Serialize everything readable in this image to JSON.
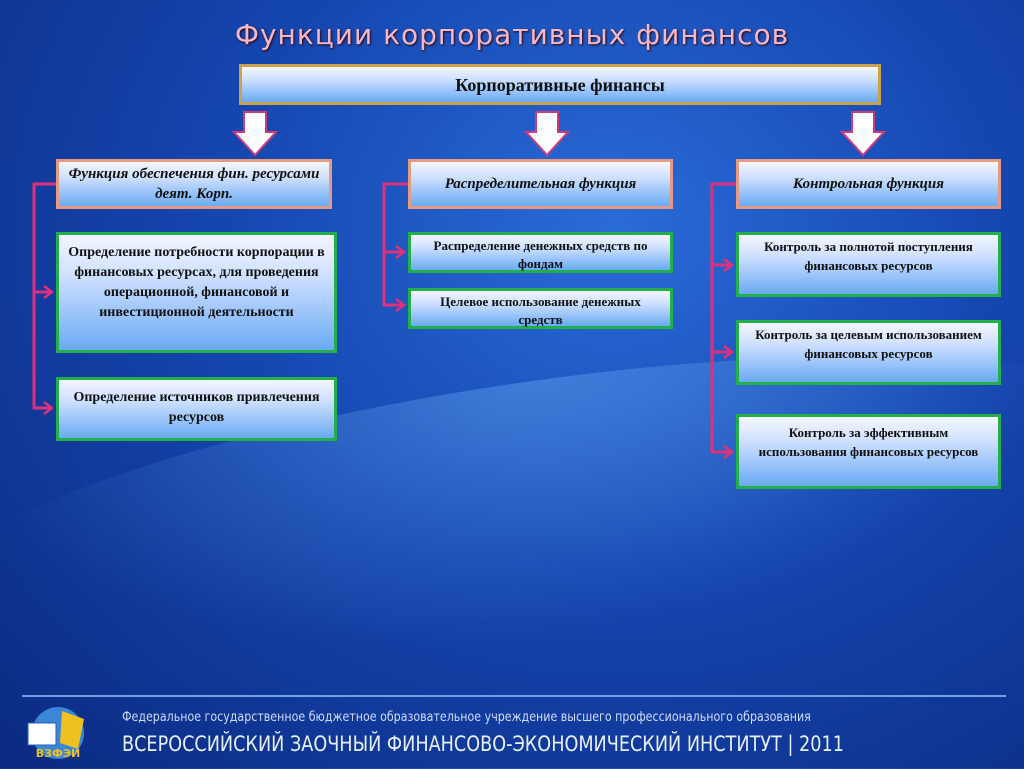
{
  "title": "Функции корпоративных финансов",
  "root": "Корпоративные финансы",
  "columns": [
    {
      "header": "Функция обеспечения фин. ресурсами деят. Корп.",
      "items": [
        "Определение потребности корпорации в финансовых ресурсах, для проведения операционной, финансовой и инвестиционной деятельности",
        "Определение источников привлечения ресурсов"
      ]
    },
    {
      "header": "Распределительная функция",
      "items": [
        "Распределение денежных средств по фондам",
        "Целевое использование денежных средств"
      ]
    },
    {
      "header": "Контрольная функция",
      "items": [
        "Контроль за полнотой поступления финансовых ресурсов",
        "Контроль за целевым использованием финансовых ресурсов",
        "Контроль за эффективным использования финансовых ресурсов"
      ]
    }
  ],
  "footer": {
    "line1": "Федеральное государственное бюджетное образовательное учреждение высшего профессионального образования",
    "line2": "ВСЕРОССИЙСКИЙ ЗАОЧНЫЙ ФИНАНСОВО-ЭКОНОМИЧЕСКИЙ ИНСТИТУТ | 2011",
    "logo_text": "ВЗФЭИ"
  },
  "colors": {
    "connector": "#e0307a",
    "item_border": "#23b04a",
    "header_border": "#e69a84",
    "root_border": "#c9a24a"
  }
}
